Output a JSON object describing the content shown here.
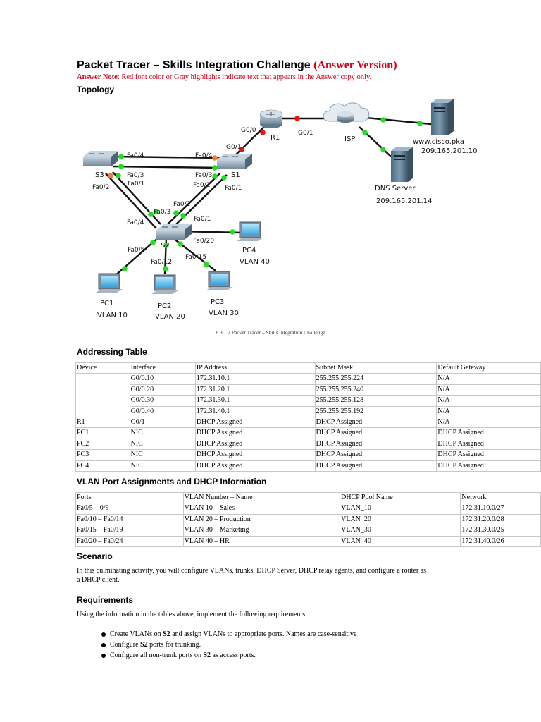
{
  "header": {
    "title": "Packet Tracer – Skills Integration Challenge",
    "title_suffix": "(Answer Version)",
    "note_label": "Answer Note",
    "note_text": ": Red font color or Gray highlights indicate text that appears in the Answer copy only."
  },
  "sections": {
    "topology": "Topology",
    "addressing": "Addressing Table",
    "vlan": "VLAN Port Assignments and DHCP Information",
    "scenario": "Scenario",
    "requirements": "Requirements"
  },
  "topology": {
    "caption": "8.3.1.2 Packet Tracer – Skills Integration Challenge",
    "devices": {
      "r1": "R1",
      "isp": "ISP",
      "s1": "S1",
      "s2": "S2",
      "s3": "S3",
      "pc1": "PC1",
      "pc2": "PC2",
      "pc3": "PC3",
      "pc4": "PC4",
      "web": "www.cisco.pka",
      "web_ip": "209.165.201.10",
      "dns": "DNS Server",
      "dns_ip": "209.165.201.14",
      "pc1_vlan": "VLAN 10",
      "pc2_vlan": "VLAN 20",
      "pc3_vlan": "VLAN 30",
      "pc4_vlan": "VLAN 40"
    },
    "ports": {
      "r1_g00": "G0/0",
      "r1_g01": "G0/1",
      "s1_g01": "G0/1",
      "s3_fa04": "Fa0/4",
      "s1_fa04": "Fa0/4",
      "s3_fa03": "Fa0/3",
      "s3_fa01": "Fa0/1",
      "s3_fa02": "Fa0/2",
      "s1_fa03": "Fa0/3",
      "s1_fa02": "Fa0/2",
      "s1_fa01": "Fa0/1",
      "s2_fa02": "Fa0/2",
      "s2_fa03": "Fa0/3",
      "s2_fa04": "Fa0/4",
      "s2_fa01": "Fa0/1",
      "s2_fa05": "Fa0/5",
      "s2_fa012": "Fa0/12",
      "s2_fa015": "Fa0/15",
      "s2_fa020": "Fa0/20"
    },
    "colors": {
      "link_up": "#22dd22",
      "link_down": "#ee1111",
      "link_blocked": "#f08030"
    }
  },
  "addressing_table": {
    "headers": [
      "Device",
      "Interface",
      "IP Address",
      "Subnet Mask",
      "Default Gateway"
    ],
    "rows": [
      [
        "",
        "G0/0.10",
        "172.31.10.1",
        "255.255.255.224",
        "N/A"
      ],
      [
        "",
        "G0/0.20",
        "172.31.20.1",
        "255.255.255.240",
        "N/A"
      ],
      [
        "",
        "G0/0.30",
        "172.31.30.1",
        "255.255.255.128",
        "N/A"
      ],
      [
        "",
        "G0/0.40",
        "172.31.40.1",
        "255.255.255.192",
        "N/A"
      ],
      [
        "R1",
        "G0/1",
        "DHCP Assigned",
        "DHCP Assigned",
        "N/A"
      ],
      [
        "PC1",
        "NIC",
        "DHCP Assigned",
        "DHCP Assigned",
        "DHCP Assigned"
      ],
      [
        "PC2",
        "NIC",
        "DHCP Assigned",
        "DHCP Assigned",
        "DHCP Assigned"
      ],
      [
        "PC3",
        "NIC",
        "DHCP Assigned",
        "DHCP Assigned",
        "DHCP Assigned"
      ],
      [
        "PC4",
        "NIC",
        "DHCP Assigned",
        "DHCP Assigned",
        "DHCP Assigned"
      ]
    ]
  },
  "vlan_table": {
    "headers": [
      "Ports",
      "VLAN Number – Name",
      "DHCP Pool Name",
      "Network"
    ],
    "rows": [
      [
        "Fa0/5 – 0/9",
        "VLAN 10 – Sales",
        "VLAN_10",
        "172.31.10.0/27"
      ],
      [
        "Fa0/10 – Fa0/14",
        "VLAN 20 – Production",
        "VLAN_20",
        "172.31.20.0/28"
      ],
      [
        "Fa0/15 – Fa0/19",
        "VLAN 30 – Marketing",
        "VLAN_30",
        "172.31.30.0/25"
      ],
      [
        "Fa0/20 – Fa0/24",
        "VLAN 40 – HR",
        "VLAN_40",
        "172.31.40.0/26"
      ]
    ]
  },
  "scenario": {
    "text_line1": "In this culminating activity, you will configure VLANs, trunks, DHCP Server, DHCP relay agents, and configure a router as",
    "text_line2": "a DHCP client."
  },
  "requirements": {
    "intro": "Using the information in the tables above, implement the following requirements:",
    "items": [
      {
        "pre": "Create VLANs on ",
        "bold": "S2",
        "post": " and assign VLANs to appropriate ports. Names are case-sensitive"
      },
      {
        "pre": "Configure ",
        "bold": "S2",
        "post": " ports for trunking."
      },
      {
        "pre": "Configure all non-trunk ports on ",
        "bold": "S2",
        "post": " as access ports."
      }
    ]
  }
}
